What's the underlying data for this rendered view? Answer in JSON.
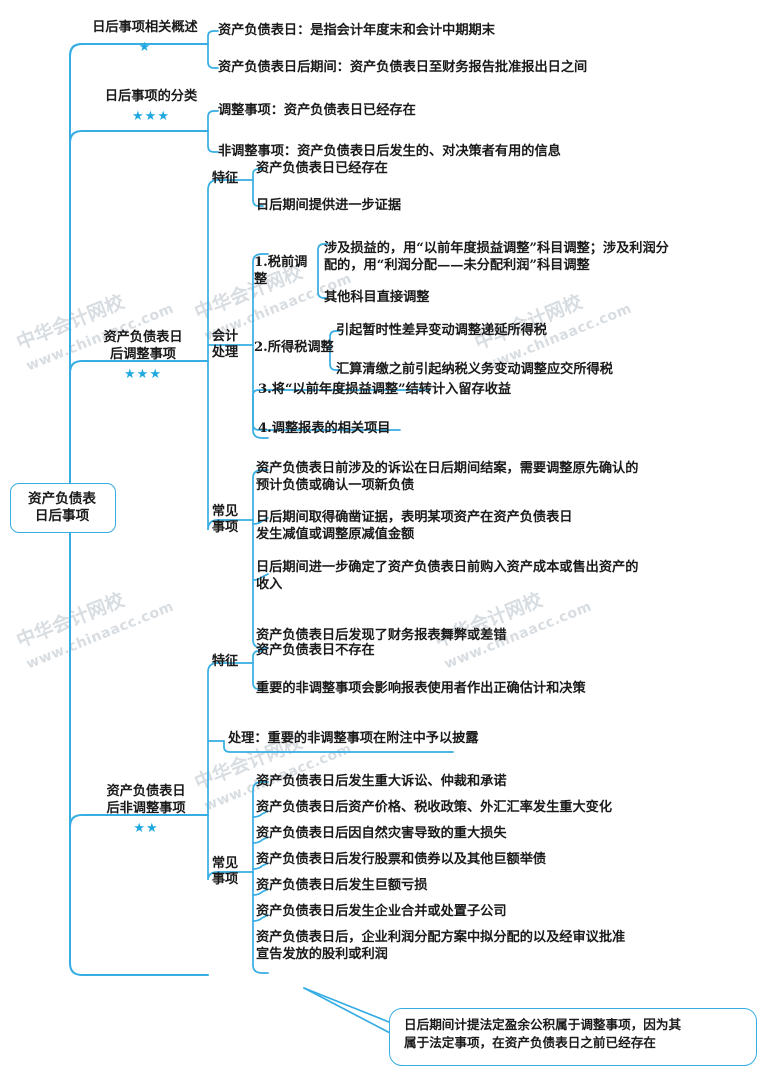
{
  "meta": {
    "title": "资产负债表日后事项 思维导图",
    "accent_color": "#36ade3",
    "star_color": "#1fa8e0",
    "text_color": "#1a1a1a",
    "watermark_color": "#d8dde2"
  },
  "watermark": {
    "brand": "中华会计网校",
    "url": "www.chinaacc.com"
  },
  "root": {
    "label": "资产负债表\n日后事项"
  },
  "branches": [
    {
      "label": "日后事项相关概述",
      "stars": "★",
      "star_count": 1,
      "leaves": [
        "资产负债表日：是指会计年度末和会计中期期末",
        "资产负债表日后期间：资产负债表日至财务报告批准报出日之间"
      ]
    },
    {
      "label": "日后事项的分类",
      "stars": "★★★",
      "star_count": 3,
      "leaves": [
        "调整事项：资产负债表日已经存在",
        "非调整事项：资产负债表日后发生的、对决策者有用的信息"
      ]
    },
    {
      "label": "资产负债表日\n后调整事项",
      "stars": "★★★",
      "star_count": 3,
      "groups": [
        {
          "label": "特征",
          "leaves": [
            "资产负债表日已经存在",
            "日后期间提供进一步证据"
          ]
        },
        {
          "label": "会计\n处理",
          "items": [
            {
              "label": "1.税前调整",
              "leaves": [
                "涉及损益的，用“以前年度损益调整”科目调整；涉及利润分\n配的，用“利润分配——未分配利润”科目调整",
                "其他科目直接调整"
              ]
            },
            {
              "label": "2.所得税调整",
              "leaves": [
                "引起暂时性差异变动调整递延所得税",
                "汇算清缴之前引起纳税义务变动调整应交所得税"
              ]
            },
            {
              "label": "3.将“以前年度损益调整”结转计入留存收益",
              "leaves": []
            },
            {
              "label": "4.调整报表的相关项目",
              "leaves": []
            }
          ]
        },
        {
          "label": "常见\n事项",
          "leaves": [
            "资产负债表日前涉及的诉讼在日后期间结案，需要调整原先确认的\n预计负债或确认一项新负债",
            "日后期间取得确凿证据，表明某项资产在资产负债表日\n发生减值或调整原减值金额",
            "日后期间进一步确定了资产负债表日前购入资产成本或售出资产的\n收入",
            "资产负债表日后发现了财务报表舞弊或差错"
          ]
        }
      ]
    },
    {
      "label": "资产负债表日\n后非调整事项",
      "stars": "★★",
      "star_count": 2,
      "groups": [
        {
          "label": "特征",
          "leaves": [
            "资产负债表日不存在",
            "重要的非调整事项会影响报表使用者作出正确估计和决策"
          ]
        },
        {
          "label": "处理：重要的非调整事项在附注中予以披露",
          "leaves": []
        },
        {
          "label": "常见\n事项",
          "leaves": [
            "资产负债表日后发生重大诉讼、仲裁和承诺",
            "资产负债表日后资产价格、税收政策、外汇汇率发生重大变化",
            "资产负债表日后因自然灾害导致的重大损失",
            "资产负债表日后发行股票和债券以及其他巨额举债",
            "资产负债表日后发生巨额亏损",
            "资产负债表日后发生企业合并或处置子公司",
            "资产负债表日后，企业利润分配方案中拟分配的以及经审议批准\n宣告发放的股利或利润"
          ]
        }
      ]
    }
  ],
  "callout": {
    "text": "日后期间计提法定盈余公积属于调整事项，因为其\n属于法定事项，在资产负债表日之前已经存在"
  }
}
